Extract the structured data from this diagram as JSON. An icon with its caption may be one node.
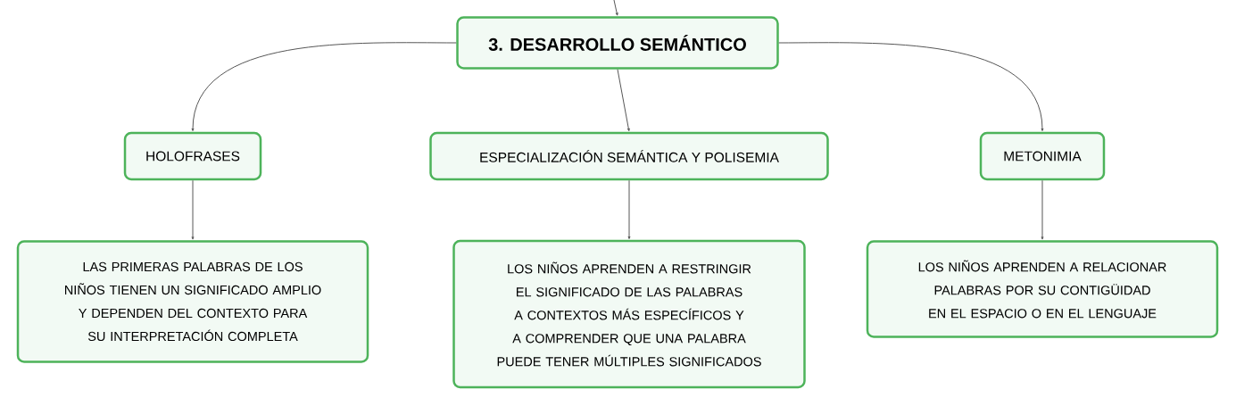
{
  "diagram": {
    "nodes": [
      {
        "text": [
          "3. DESARROLLO SEMÁNTICO"
        ]
      },
      {
        "text": [
          "HOLOFRASES"
        ]
      },
      {
        "text": [
          "ESPECIALIZACIÓN SEMÁNTICA Y POLISEMIA"
        ]
      },
      {
        "text": [
          "METONIMIA"
        ]
      },
      {
        "text": [
          "LAS PRIMERAS PALABRAS DE LOS NIÑOS TIENEN UN SIGNIFICADO AMPLIO Y DEPENDEN DEL CONTEXTO PARA SU INTERPRETACIÓN COMPLETA"
        ]
      },
      {
        "text": [
          "LOS NIÑOS APRENDEN A RESTRINGIR EL SIGNIFICADO DE LAS PALABRAS A CONTEXTOS MÁS ESPECÍFICOS Y A COMPRENDER QUE UNA PALABRA PUEDE TENER MÚLTIPLES SIGNIFICADOS"
        ]
      },
      {
        "text": [
          "LOS NIÑOS APRENDEN A RELACIONAR PALABRAS POR SU CONTIGÜIDAD EN EL ESPACIO O EN EL LENGUAJE"
        ]
      }
    ],
    "edges": [
      {
        "from": null,
        "to": 0,
        "arrow": "to"
      },
      {
        "from": 0,
        "to": 1,
        "arrow": "to"
      },
      {
        "from": 0,
        "to": 2,
        "arrow": "to"
      },
      {
        "from": 0,
        "to": 3,
        "arrow": "to"
      },
      {
        "from": 1,
        "to": 4,
        "arrow": "to"
      },
      {
        "from": 2,
        "to": 5,
        "arrow": "to"
      },
      {
        "from": 3,
        "to": 6,
        "arrow": "to"
      }
    ]
  }
}
